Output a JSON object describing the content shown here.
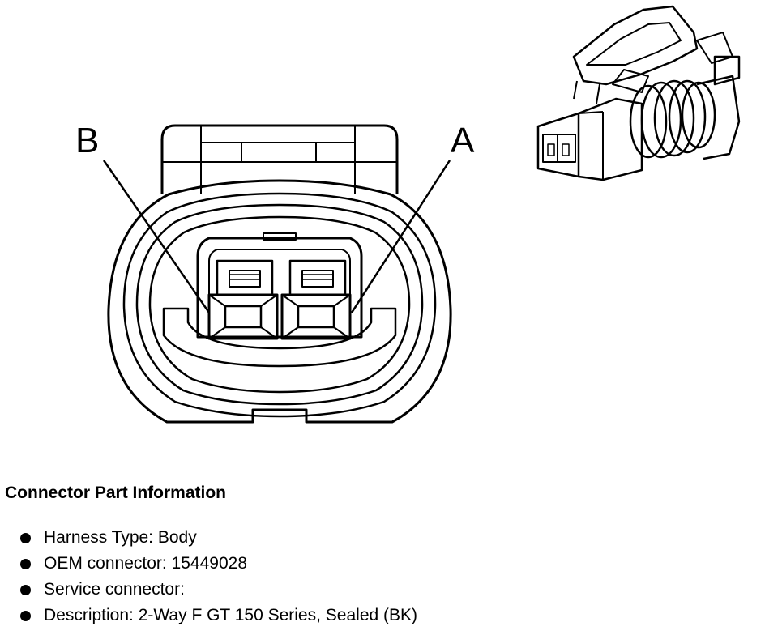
{
  "diagram": {
    "pin_labels": {
      "b": "B",
      "a": "A"
    },
    "stroke_color": "#000000",
    "background_color": "#ffffff"
  },
  "info": {
    "title": "Connector Part Information",
    "items": [
      "Harness Type: Body",
      "OEM connector: 15449028",
      "Service connector:",
      "Description: 2-Way F GT 150 Series, Sealed (BK)"
    ]
  }
}
